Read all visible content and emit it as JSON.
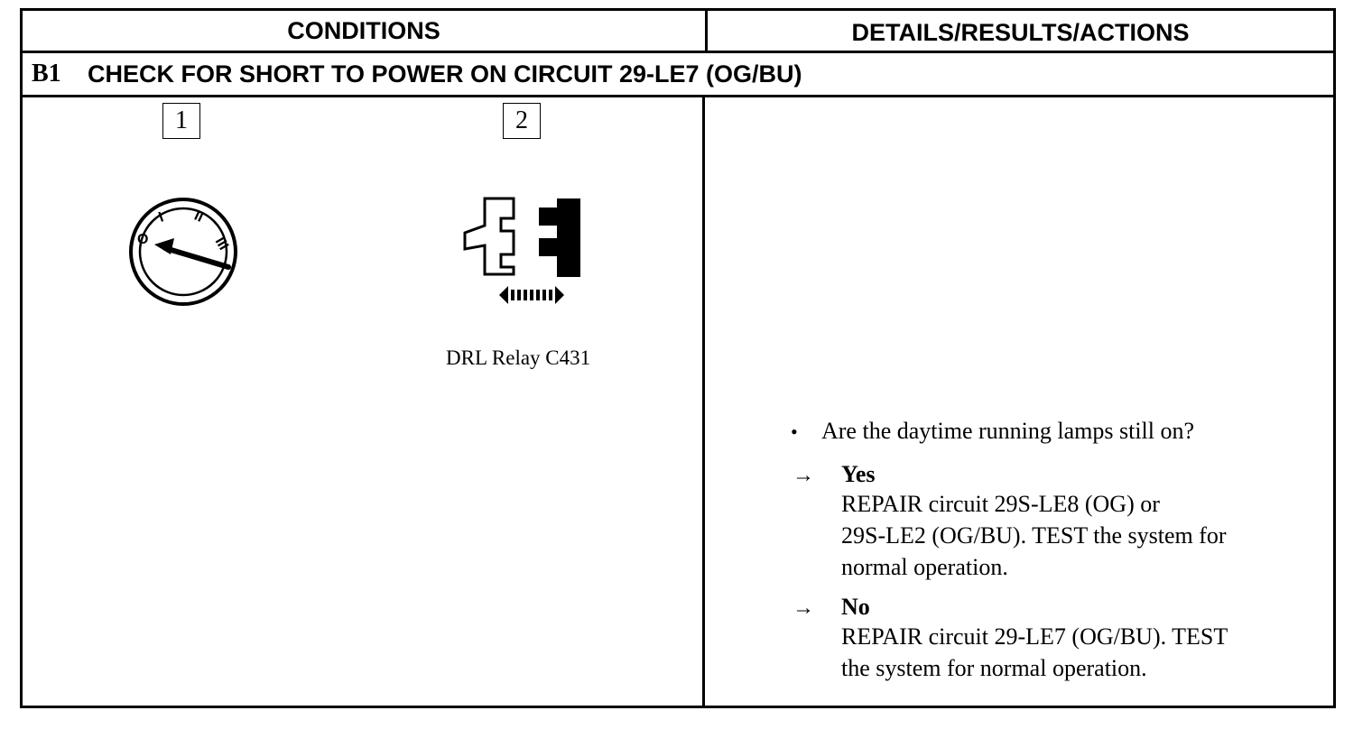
{
  "headers": {
    "conditions": "CONDITIONS",
    "details": "DETAILS/RESULTS/ACTIONS"
  },
  "step": {
    "id": "B1",
    "title": "CHECK FOR SHORT TO POWER ON CIRCUIT 29-LE7 (OG/BU)"
  },
  "conditions": {
    "items": [
      {
        "number": "1",
        "icon": "ignition-switch-icon"
      },
      {
        "number": "2",
        "icon": "connector-disconnect-icon",
        "caption": "DRL Relay C431"
      }
    ],
    "ignition_positions": [
      "O",
      "I",
      "II",
      "III"
    ]
  },
  "details": {
    "question": "Are the daytime running lamps still on?",
    "arrow": "→",
    "bullet": "•",
    "yes": {
      "label": "Yes",
      "text": "REPAIR circuit 29S-LE8 (OG) or\n29S-LE2 (OG/BU). TEST the system for\nnormal operation."
    },
    "no": {
      "label": "No",
      "text": "REPAIR circuit 29-LE7 (OG/BU). TEST\nthe system for normal operation."
    }
  }
}
